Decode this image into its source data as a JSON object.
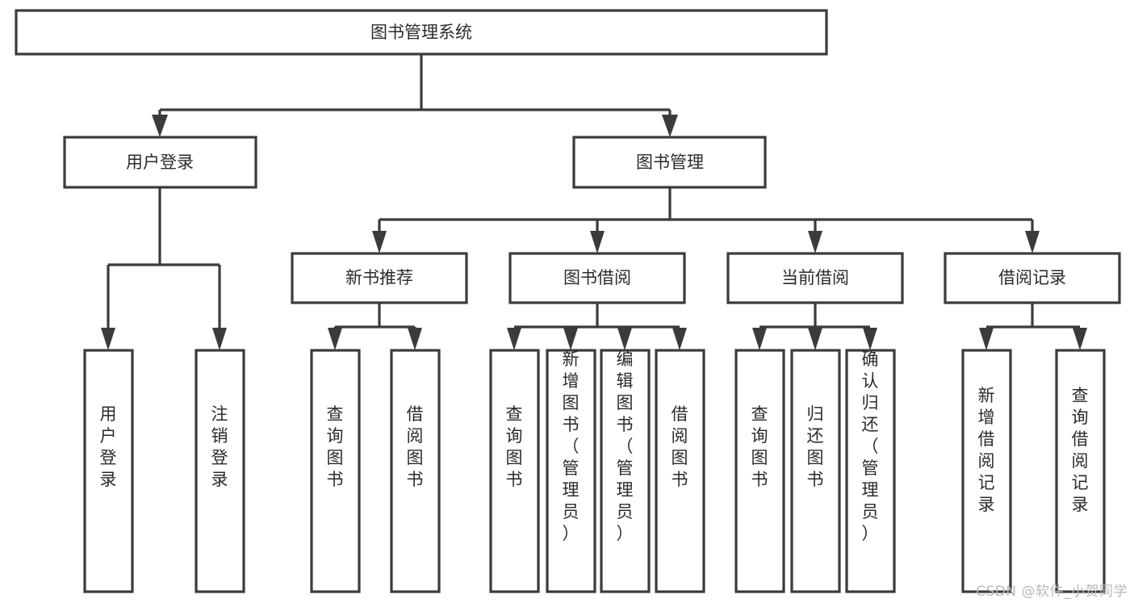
{
  "diagram": {
    "type": "tree-hierarchy",
    "title": "图书管理系统",
    "orientation": "top-down",
    "colors": {
      "stroke": "#3b3b3b",
      "fill": "#ffffff",
      "text": "#2b2b2b",
      "background": "#ffffff",
      "watermark": "#b9b9b9"
    },
    "levels": [
      {
        "level": 1,
        "nodes": [
          {
            "id": "root",
            "label": "图书管理系统",
            "orientation": "horizontal"
          }
        ]
      },
      {
        "level": 2,
        "nodes": [
          {
            "id": "user-login",
            "label": "用户登录",
            "orientation": "horizontal",
            "parent": "root"
          },
          {
            "id": "book-manage",
            "label": "图书管理",
            "orientation": "horizontal",
            "parent": "root"
          }
        ]
      },
      {
        "level": 3,
        "nodes": [
          {
            "id": "new-book-rec",
            "label": "新书推荐",
            "orientation": "horizontal",
            "parent": "book-manage"
          },
          {
            "id": "book-borrow",
            "label": "图书借阅",
            "orientation": "horizontal",
            "parent": "book-manage"
          },
          {
            "id": "current-borrow",
            "label": "当前借阅",
            "orientation": "horizontal",
            "parent": "book-manage"
          },
          {
            "id": "borrow-record",
            "label": "借阅记录",
            "orientation": "horizontal",
            "parent": "book-manage"
          }
        ]
      },
      {
        "level": 4,
        "nodes": [
          {
            "id": "leaf-1",
            "label": "用户登录",
            "orientation": "vertical",
            "parent": "user-login"
          },
          {
            "id": "leaf-2",
            "label": "注销登录",
            "orientation": "vertical",
            "parent": "user-login"
          },
          {
            "id": "leaf-3",
            "label": "查询图书",
            "orientation": "vertical",
            "parent": "new-book-rec"
          },
          {
            "id": "leaf-4",
            "label": "借阅图书",
            "orientation": "vertical",
            "parent": "new-book-rec"
          },
          {
            "id": "leaf-5",
            "label": "查询图书",
            "orientation": "vertical",
            "parent": "book-borrow"
          },
          {
            "id": "leaf-6",
            "label": "新增图书（管理员）",
            "orientation": "vertical",
            "parent": "book-borrow"
          },
          {
            "id": "leaf-7",
            "label": "编辑图书（管理员）",
            "orientation": "vertical",
            "parent": "book-borrow"
          },
          {
            "id": "leaf-8",
            "label": "借阅图书",
            "orientation": "vertical",
            "parent": "book-borrow"
          },
          {
            "id": "leaf-9",
            "label": "查询图书",
            "orientation": "vertical",
            "parent": "current-borrow"
          },
          {
            "id": "leaf-10",
            "label": "归还图书",
            "orientation": "vertical",
            "parent": "current-borrow"
          },
          {
            "id": "leaf-11",
            "label": "确认归还（管理员）",
            "orientation": "vertical",
            "parent": "current-borrow"
          },
          {
            "id": "leaf-12",
            "label": "新增借阅记录",
            "orientation": "vertical",
            "parent": "borrow-record"
          },
          {
            "id": "leaf-13",
            "label": "查询借阅记录",
            "orientation": "vertical",
            "parent": "borrow-record"
          }
        ]
      }
    ]
  },
  "watermark": {
    "text": "CSDN @软件_小贺同学"
  }
}
